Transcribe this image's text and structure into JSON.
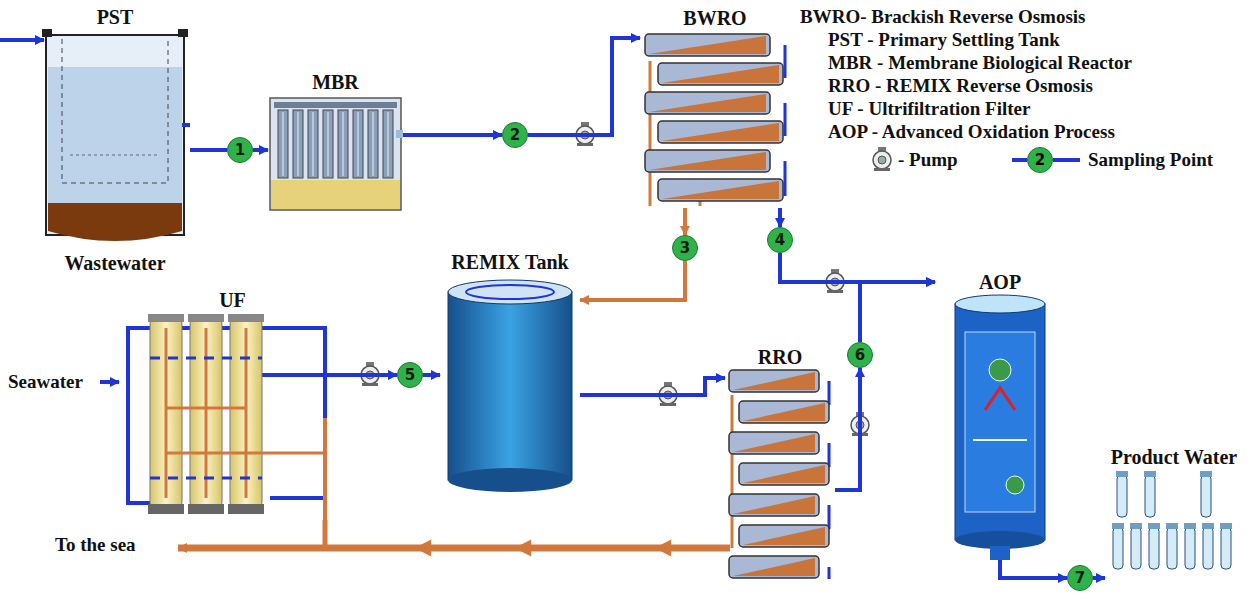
{
  "diagram": {
    "nodes": [
      {
        "text": [
          "PST",
          "Wastewater"
        ]
      },
      {
        "text": [
          "1"
        ]
      },
      {
        "text": [
          "MBR"
        ]
      },
      {
        "text": [
          "2"
        ]
      },
      {
        "text": [
          "BWRO"
        ]
      },
      {
        "text": [
          "3"
        ]
      },
      {
        "text": [
          "4"
        ]
      },
      {
        "text": [
          "REMIX Tank"
        ]
      },
      {
        "text": [
          "UF"
        ]
      },
      {
        "text": [
          "5"
        ]
      },
      {
        "text": [
          "RRO"
        ]
      },
      {
        "text": [
          "6"
        ]
      },
      {
        "text": [
          "AOP"
        ]
      },
      {
        "text": [
          "7"
        ]
      },
      {
        "text": [
          "Product Water"
        ]
      }
    ],
    "edges": [
      {
        "from": 0,
        "to": 1,
        "arrow": "none"
      },
      {
        "from": 1,
        "to": 2,
        "arrow": "to"
      },
      {
        "from": 2,
        "to": 3,
        "arrow": "to"
      },
      {
        "from": 3,
        "to": 4,
        "arrow": "to"
      },
      {
        "from": 4,
        "to": 5,
        "arrow": "to"
      },
      {
        "from": 5,
        "to": 7,
        "arrow": "to"
      },
      {
        "from": 4,
        "to": 6,
        "arrow": "to"
      },
      {
        "from": 6,
        "to": 12,
        "arrow": "to"
      },
      {
        "from": 8,
        "to": 9,
        "arrow": "to"
      },
      {
        "from": 9,
        "to": 7,
        "arrow": "to"
      },
      {
        "from": 7,
        "to": 10,
        "arrow": "to"
      },
      {
        "from": 10,
        "to": 11,
        "arrow": "to"
      },
      {
        "from": 11,
        "to": 12,
        "arrow": "to"
      },
      {
        "from": 12,
        "to": 13,
        "arrow": "to"
      },
      {
        "from": 13,
        "to": 14,
        "arrow": "to"
      }
    ],
    "labels": [
      "Seawater",
      "To the sea",
      "2"
    ],
    "legend": [
      {
        "text": "BWRO- Brackish Reverse Osmosis"
      },
      {
        "text": "PST - Primary Settling Tank"
      },
      {
        "text": "MBR - Membrane Biological Reactor"
      },
      {
        "text": "RRO - REMIX Reverse Osmosis"
      },
      {
        "text": "UF - Ultrifiltration Filter"
      },
      {
        "text": "AOP - Advanced Oxidation Process"
      },
      {
        "text": "- Pump"
      },
      {
        "text": "Sampling Point"
      }
    ]
  }
}
